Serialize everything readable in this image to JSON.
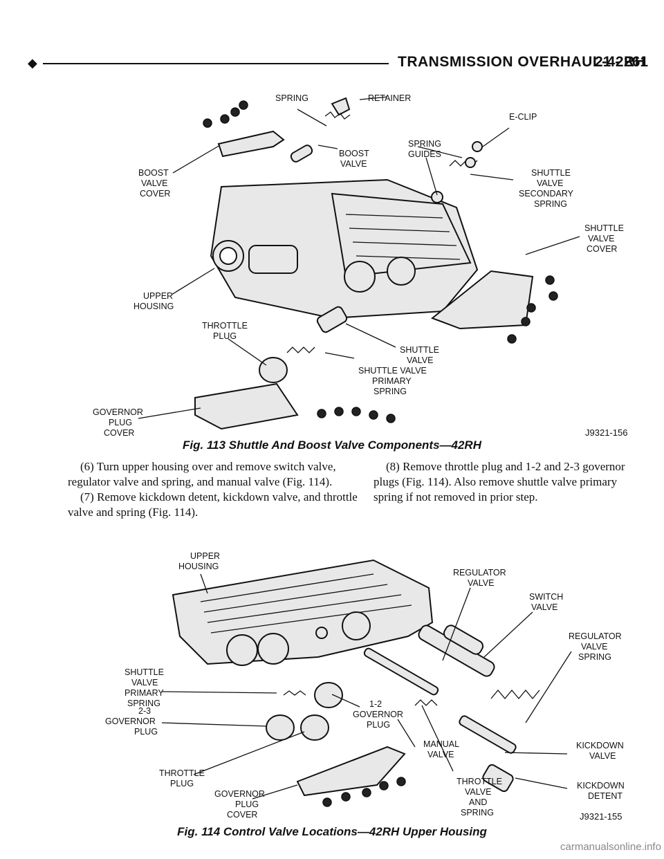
{
  "header": {
    "title": "TRANSMISSION OVERHAUL-42RH",
    "page": "21 - 261"
  },
  "fig113": {
    "caption": "Fig. 113 Shuttle And Boost Valve Components—42RH",
    "id": "J9321-156",
    "labels": {
      "spring": "SPRING",
      "retainer": "RETAINER",
      "eclip": "E-CLIP",
      "boost_valve_cover_1": "BOOST",
      "boost_valve_cover_2": "VALVE",
      "boost_valve_cover_3": "COVER",
      "boost_valve_1": "BOOST",
      "boost_valve_2": "VALVE",
      "spring_guides_1": "SPRING",
      "spring_guides_2": "GUIDES",
      "shuttle_sec_1": "SHUTTLE",
      "shuttle_sec_2": "VALVE",
      "shuttle_sec_3": "SECONDARY",
      "shuttle_sec_4": "SPRING",
      "shuttle_cover_1": "SHUTTLE",
      "shuttle_cover_2": "VALVE",
      "shuttle_cover_3": "COVER",
      "upper_housing_1": "UPPER",
      "upper_housing_2": "HOUSING",
      "throttle_plug_1": "THROTTLE",
      "throttle_plug_2": "PLUG",
      "shuttle_valve_1": "SHUTTLE",
      "shuttle_valve_2": "VALVE",
      "shuttle_primary_1": "SHUTTLE VALVE",
      "shuttle_primary_2": "PRIMARY",
      "shuttle_primary_3": "SPRING",
      "gov_cover_1": "GOVERNOR",
      "gov_cover_2": "PLUG",
      "gov_cover_3": "COVER"
    }
  },
  "text": {
    "left": [
      "(6) Turn upper housing over and remove switch valve, regulator valve and spring, and manual valve (Fig. 114).",
      "(7) Remove kickdown detent, kickdown valve, and throttle valve and spring (Fig. 114)."
    ],
    "right": [
      "(8) Remove throttle plug and 1-2 and 2-3 governor plugs (Fig. 114). Also remove shuttle valve primary spring if not removed in prior step."
    ]
  },
  "fig114": {
    "caption": "Fig. 114 Control Valve Locations—42RH Upper Housing",
    "id": "J9321-155",
    "labels": {
      "upper_housing_1": "UPPER",
      "upper_housing_2": "HOUSING",
      "regulator_valve_1": "REGULATOR",
      "regulator_valve_2": "VALVE",
      "switch_valve_1": "SWITCH",
      "switch_valve_2": "VALVE",
      "reg_spring_1": "REGULATOR",
      "reg_spring_2": "VALVE",
      "reg_spring_3": "SPRING",
      "shuttle_primary_1": "SHUTTLE",
      "shuttle_primary_2": "VALVE",
      "shuttle_primary_3": "PRIMARY",
      "shuttle_primary_4": "SPRING",
      "gov12_1": "1-2",
      "gov12_2": "GOVERNOR",
      "gov12_3": "PLUG",
      "gov23_1": "2-3",
      "gov23_2": "GOVERNOR",
      "gov23_3": "PLUG",
      "manual_valve_1": "MANUAL",
      "manual_valve_2": "VALVE",
      "kickdown_valve_1": "KICKDOWN",
      "kickdown_valve_2": "VALVE",
      "throttle_plug_1": "THROTTLE",
      "throttle_plug_2": "PLUG",
      "gov_cover_1": "GOVERNOR",
      "gov_cover_2": "PLUG",
      "gov_cover_3": "COVER",
      "throttle_valve_1": "THROTTLE",
      "throttle_valve_2": "VALVE",
      "throttle_valve_3": "AND",
      "throttle_valve_4": "SPRING",
      "kickdown_detent_1": "KICKDOWN",
      "kickdown_detent_2": "DETENT"
    }
  },
  "watermark": "carmanualsonline.info"
}
